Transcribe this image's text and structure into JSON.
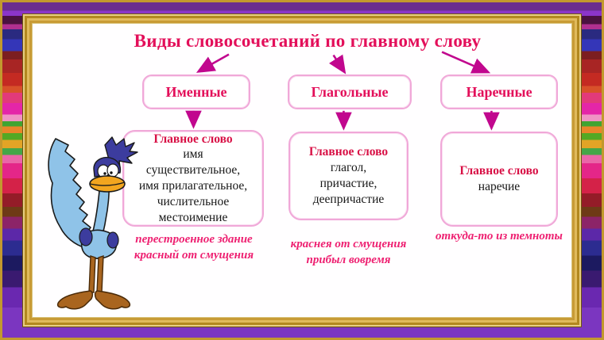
{
  "title": "Виды словосочетаний по главному слову",
  "columns": [
    {
      "header": "Именные",
      "main_label": "Главное слово",
      "body": "имя\nсуществительное,\nимя прилагательное,\nчислительное\nместоимение",
      "example": "перестроенное здание\nкрасный от смущения"
    },
    {
      "header": "Глагольные",
      "main_label": "Главное слово",
      "body": "глагол,\nпричастие,\nдеепричастие",
      "example": "краснея от смущения\nприбыл вовремя"
    },
    {
      "header": "Наречные",
      "main_label": "Главное слово",
      "body": "наречие",
      "example": "откуда-то из темноты"
    }
  ],
  "character": "road-runner",
  "colors": {
    "title_text": "#e30f5a",
    "main_label_text": "#d81045",
    "example_text": "#ee2071",
    "box_border": "#f0a8d8",
    "arrow": "#c1078e",
    "gold_frame": "#c89b35"
  }
}
